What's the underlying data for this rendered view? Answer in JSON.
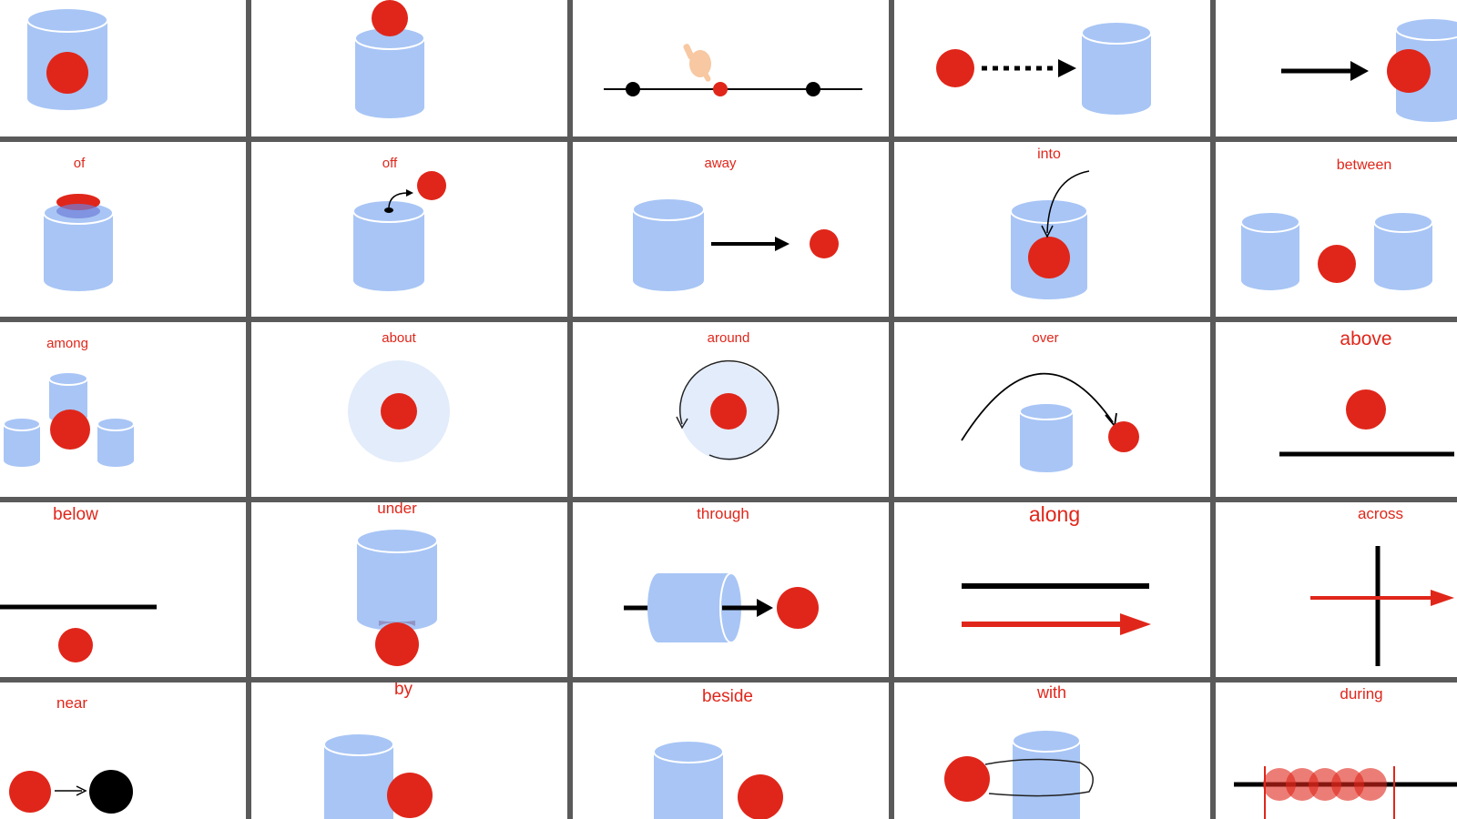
{
  "colors": {
    "accent_red": "#e0261a",
    "cylinder_blue": "#a8c5f5",
    "grid_gray": "#5a5a5a"
  },
  "labels": {
    "of": "of",
    "off": "off",
    "away": "away",
    "into": "into",
    "between": "between",
    "among": "among",
    "about": "about",
    "around": "around",
    "over": "over",
    "above": "above",
    "below": "below",
    "under": "under",
    "through": "through",
    "along": "along",
    "across": "across",
    "near": "near",
    "by": "by",
    "beside": "beside",
    "with": "with",
    "during": "during"
  }
}
